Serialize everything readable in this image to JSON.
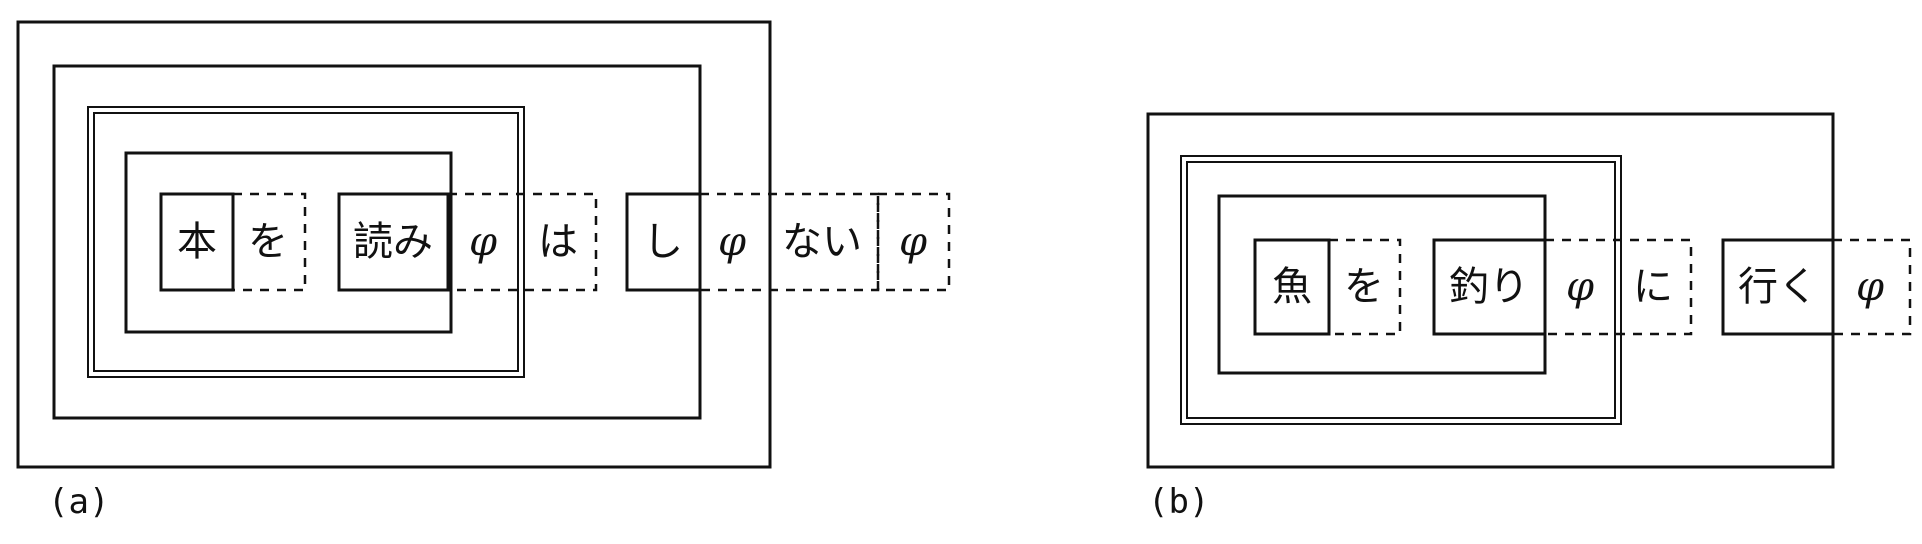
{
  "panels": [
    {
      "label": "(a)",
      "words": [
        "本",
        "を",
        "読み",
        "φ",
        "は",
        "し",
        "φ",
        "ない",
        "φ"
      ]
    },
    {
      "label": "(b)",
      "words": [
        "魚",
        "を",
        "釣り",
        "φ",
        "に",
        "行く",
        "φ"
      ]
    }
  ]
}
